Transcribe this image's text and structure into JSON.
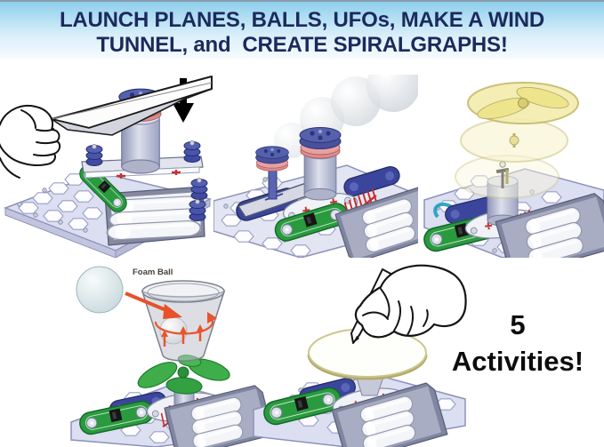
{
  "page": {
    "type": "product-feature-image"
  },
  "header": {
    "line1": "LAUNCH PLANES, BALLS, UFOs, MAKE A WIND",
    "line2": "TUNNEL, and  CREATE SPIRALGRAPHS!"
  },
  "wind_tunnel": {
    "foam_ball_label": "Foam Ball"
  },
  "activities_badge": {
    "count": "5",
    "label": "Activities!"
  },
  "illustrations": {
    "top_row": [
      "paper-plane-launcher",
      "ball-launcher",
      "ufo-launcher"
    ],
    "bottom_row": [
      "wind-tunnel",
      "spiralgraph"
    ]
  },
  "colors": {
    "banner_text": "#1b2a5c",
    "banner_top": "#8ecdeb",
    "banner_bottom": "#f6fbfe",
    "accent_orange": "#e8512a",
    "circuit_green": "#2a9a3f",
    "snap_blue": "#3a459b",
    "disc_red": "#e09090",
    "rotor_yellow": "#f2ecab",
    "baseplate": "#dcdef1",
    "badge_text": "#0d0d0d"
  }
}
